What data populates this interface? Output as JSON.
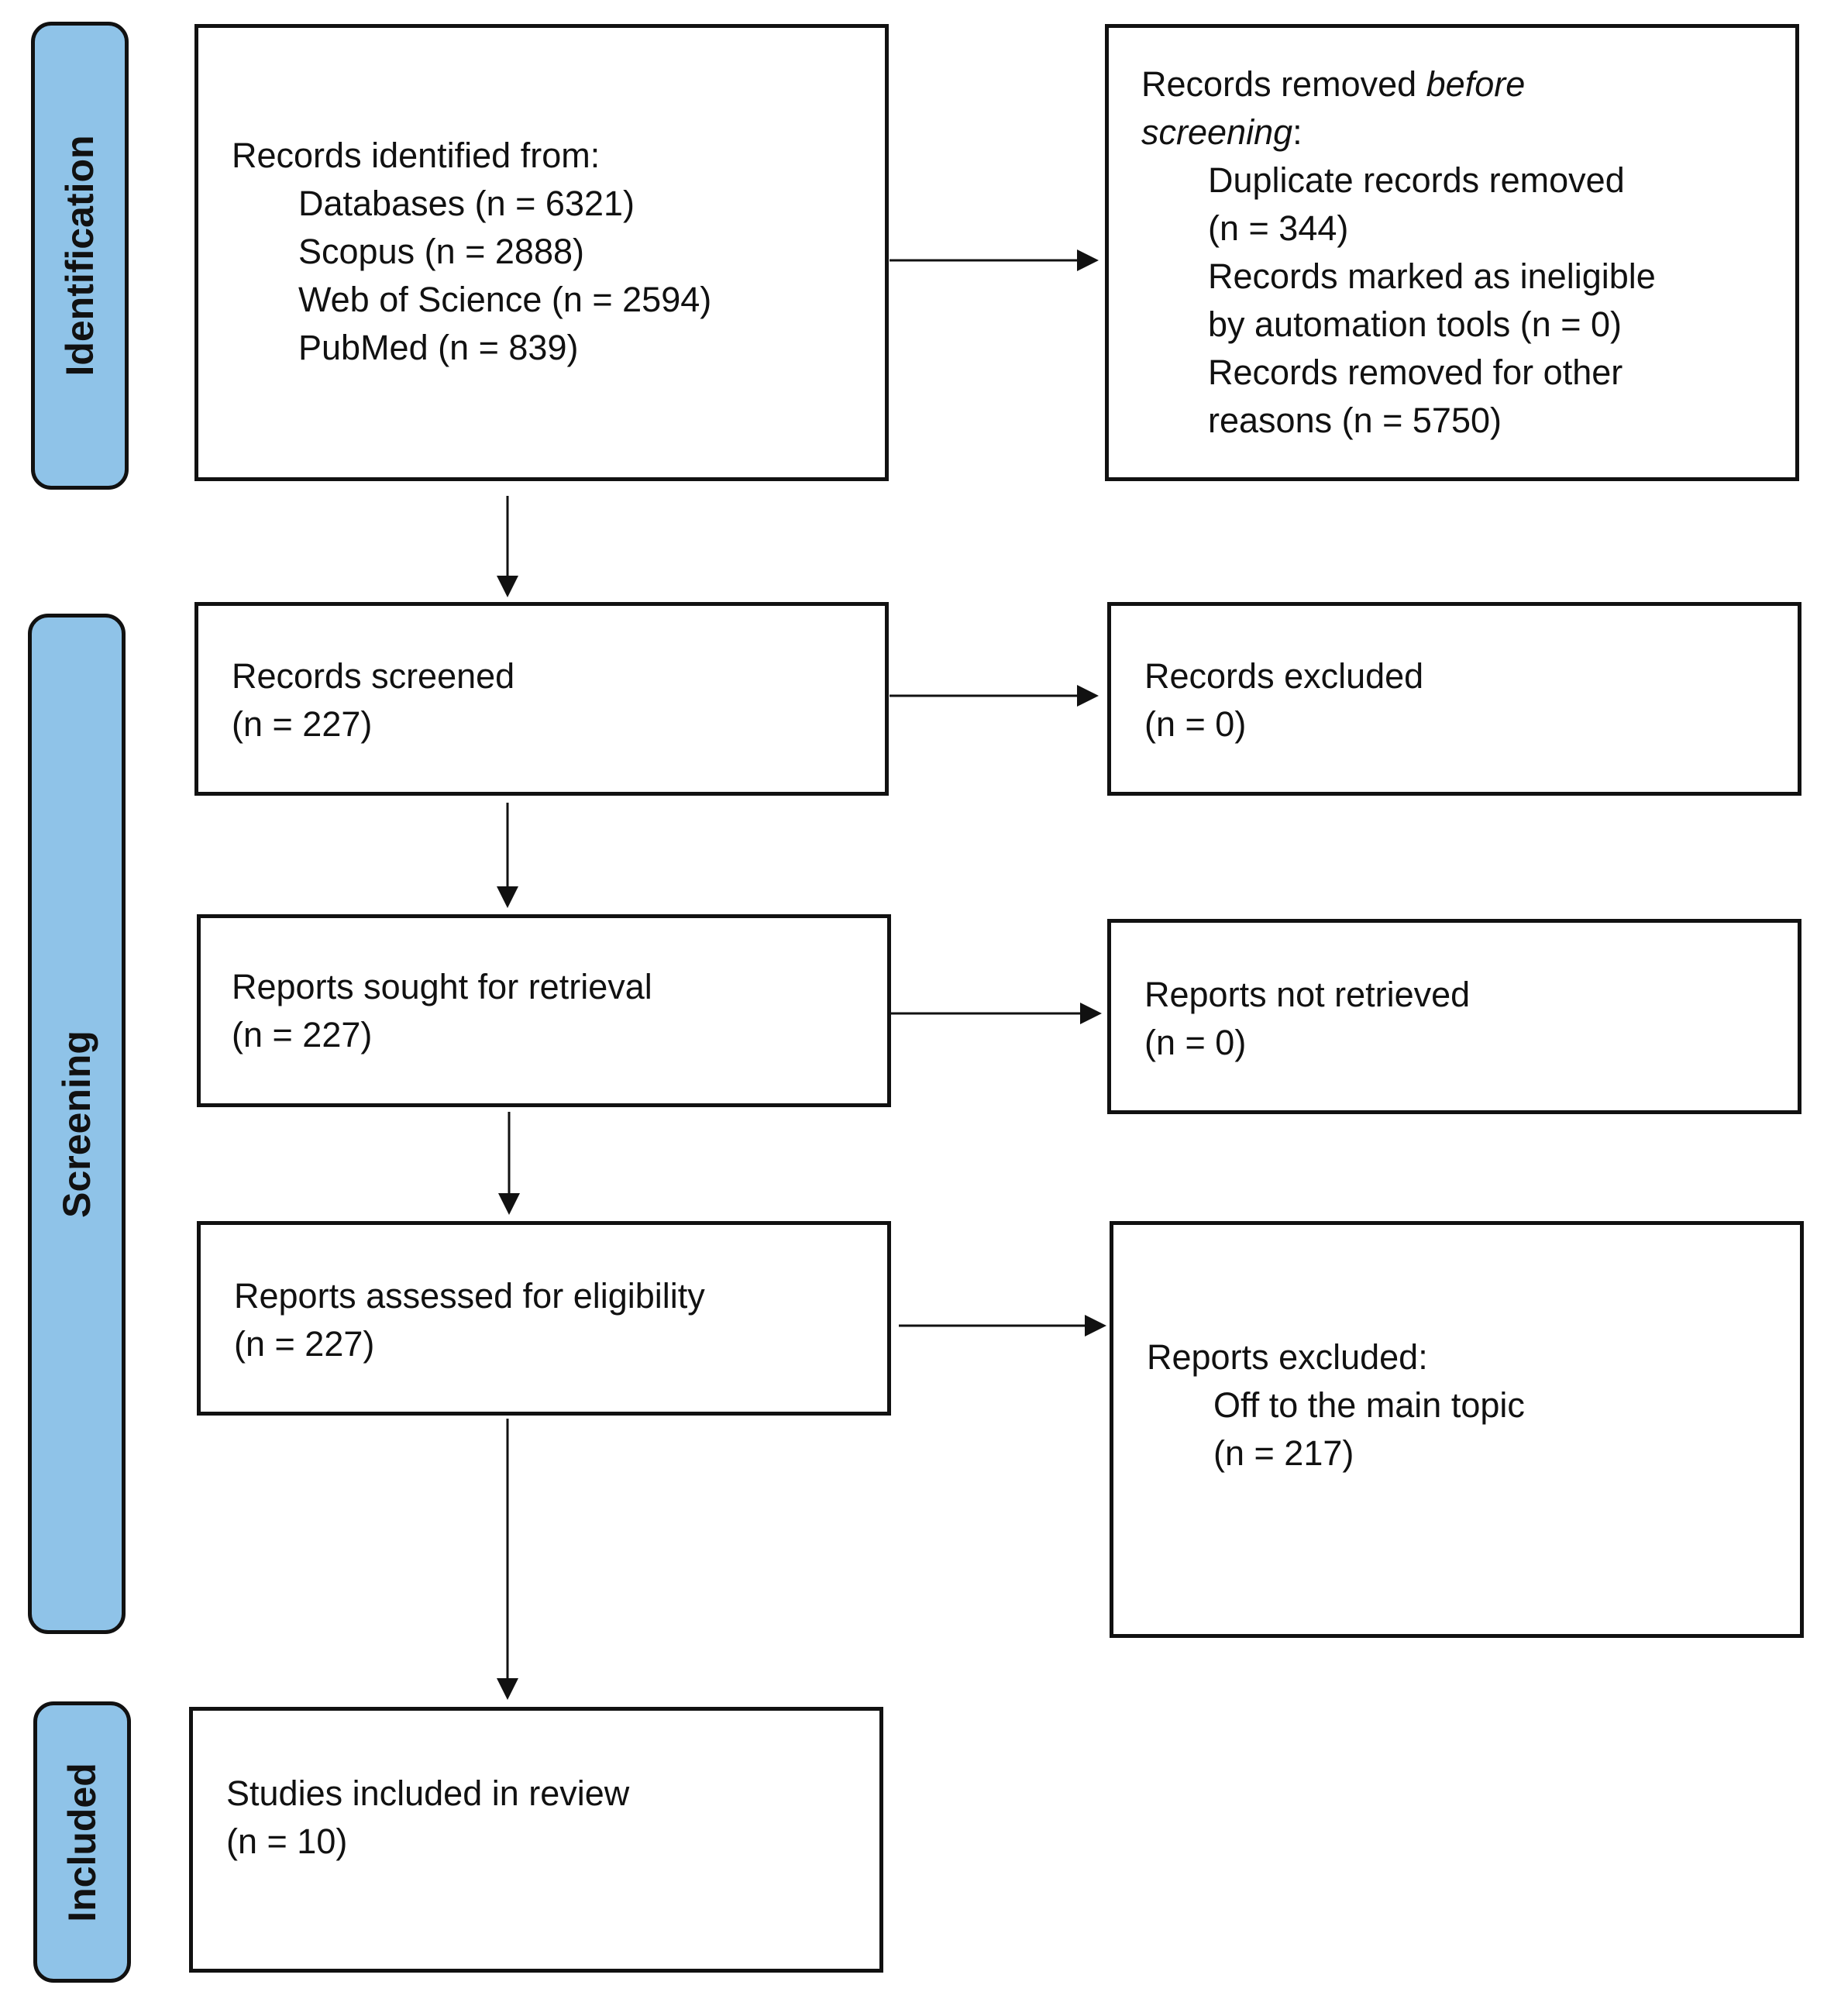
{
  "colors": {
    "phase_fill": "#8fc3e8",
    "border": "#111111"
  },
  "phases": {
    "identification": "Identification",
    "screening": "Screening",
    "included": "Included"
  },
  "identified": {
    "title": "Records identified from:",
    "lines": [
      "Databases (n = 6321)",
      "Scopus (n = 2888)",
      "Web of Science (n = 2594)",
      "PubMed (n = 839)"
    ]
  },
  "removed": {
    "title_prefix": "Records removed ",
    "title_italic": "before",
    "title_italic2": "screening",
    "title_suffix": ":",
    "lines": [
      "Duplicate records removed",
      "(n = 344)",
      "Records marked as ineligible",
      "by automation tools (n = 0)",
      "Records removed for other",
      "reasons (n = 5750)"
    ]
  },
  "screened": {
    "title": "Records screened",
    "count": "(n = 227)"
  },
  "excluded": {
    "title": "Records excluded",
    "count": "(n = 0)"
  },
  "sought": {
    "title": "Reports sought for retrieval",
    "count": "(n = 227)"
  },
  "not_retrieved": {
    "title": "Reports not retrieved",
    "count": "(n = 0)"
  },
  "assessed": {
    "title": "Reports assessed for eligibility",
    "count": "(n = 227)"
  },
  "reports_excluded": {
    "title": "Reports excluded:",
    "lines": [
      "Off to the main topic",
      "(n = 217)"
    ]
  },
  "included": {
    "title": "Studies included in review",
    "count": "(n = 10)"
  }
}
